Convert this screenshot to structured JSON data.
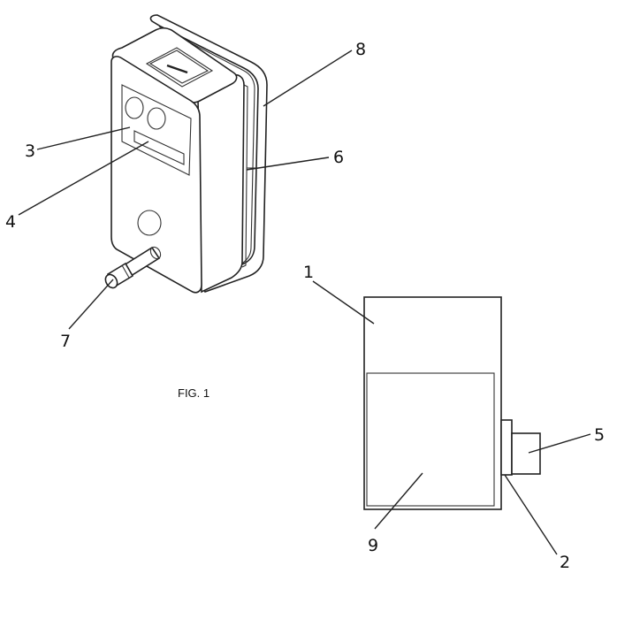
{
  "figure": {
    "caption": "FIG. 1",
    "labels": {
      "l1": "1",
      "l2": "2",
      "l3": "3",
      "l4": "4",
      "l5": "5",
      "l6": "6",
      "l7": "7",
      "l8": "8",
      "l9": "9"
    },
    "line_color": "#222222",
    "background": "#ffffff"
  }
}
